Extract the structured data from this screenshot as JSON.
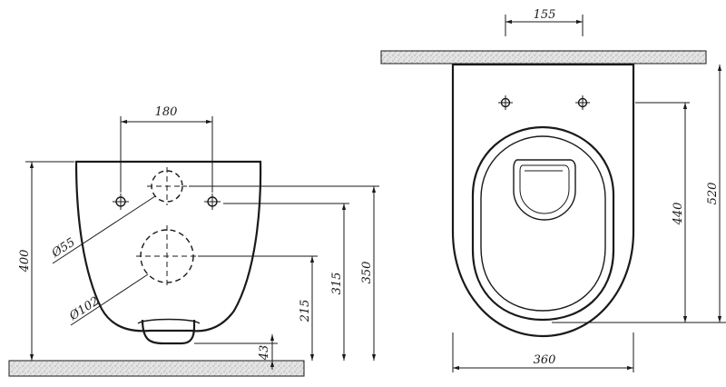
{
  "front_view": {
    "dims": {
      "hole_spacing": "180",
      "height_total": "400",
      "outlet_diameter_small": "Ø55",
      "outlet_diameter_large": "Ø102",
      "height_215": "215",
      "height_315": "315",
      "height_350": "350",
      "outlet_43": "43"
    }
  },
  "top_view": {
    "dims": {
      "bracket_155": "155",
      "depth_520": "520",
      "depth_440": "440",
      "width_360": "360"
    }
  },
  "colors": {
    "line": "#1a1a1a",
    "floor_fill": "#e6e6e6",
    "background": "#ffffff"
  }
}
